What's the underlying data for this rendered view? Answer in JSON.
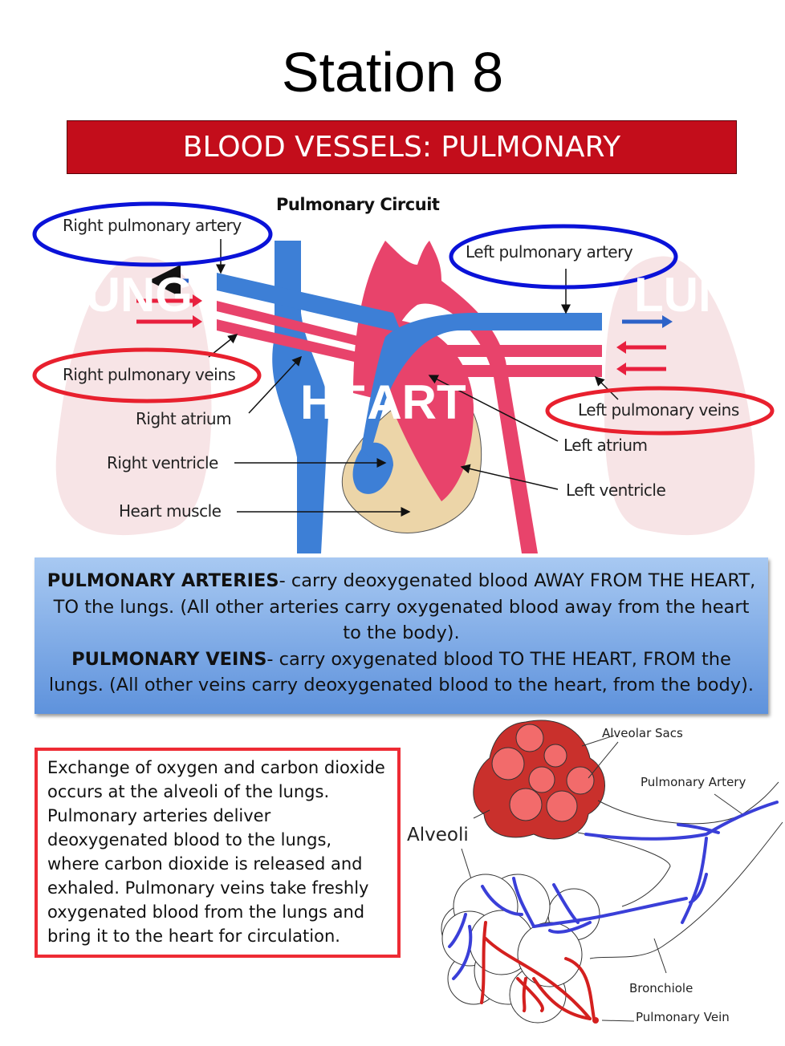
{
  "title": "Station 8",
  "banner": "BLOOD VESSELS: PULMONARY",
  "diagram": {
    "heading": "Pulmonary Circuit",
    "labels": {
      "right_pulmonary_artery": "Right pulmonary artery",
      "left_pulmonary_artery": "Left pulmonary artery",
      "right_pulmonary_veins": "Right pulmonary veins",
      "left_pulmonary_veins": "Left pulmonary veins",
      "right_atrium": "Right atrium",
      "left_atrium": "Left atrium",
      "right_ventricle": "Right ventricle",
      "left_ventricle": "Left ventricle",
      "heart_muscle": "Heart muscle"
    },
    "overlay": {
      "heart": "HEART",
      "lung_left": "LUNG",
      "lung_right": "LUNG"
    },
    "colors": {
      "artery_blue": "#3d7fd6",
      "vein_red": "#e8436b",
      "ellipse_blue": "#0a12d8",
      "ellipse_red": "#e8202e"
    }
  },
  "info": {
    "arteries_term": "PULMONARY ARTERIES",
    "arteries_text": "- carry deoxygenated blood AWAY FROM THE HEART, TO the lungs. (All other arteries carry oxygenated blood away from the heart to the body).",
    "veins_term": "PULMONARY VEINS",
    "veins_text": "- carry oxygenated blood TO THE HEART, FROM the lungs. (All other veins carry deoxygenated blood to the heart, from the body)."
  },
  "exchange_text": "Exchange of oxygen and carbon dioxide occurs at the alveoli of the lungs. Pulmonary arteries deliver deoxygenated blood to the lungs, where carbon dioxide is released and exhaled. Pulmonary veins take freshly oxygenated blood from the lungs and bring it to the heart for circulation.",
  "alveoli_diagram": {
    "alveoli": "Alveoli",
    "alveolar_sacs": "Alveolar Sacs",
    "pulmonary_artery": "Pulmonary Artery",
    "bronchiole": "Bronchiole",
    "pulmonary_vein": "Pulmonary Vein"
  }
}
